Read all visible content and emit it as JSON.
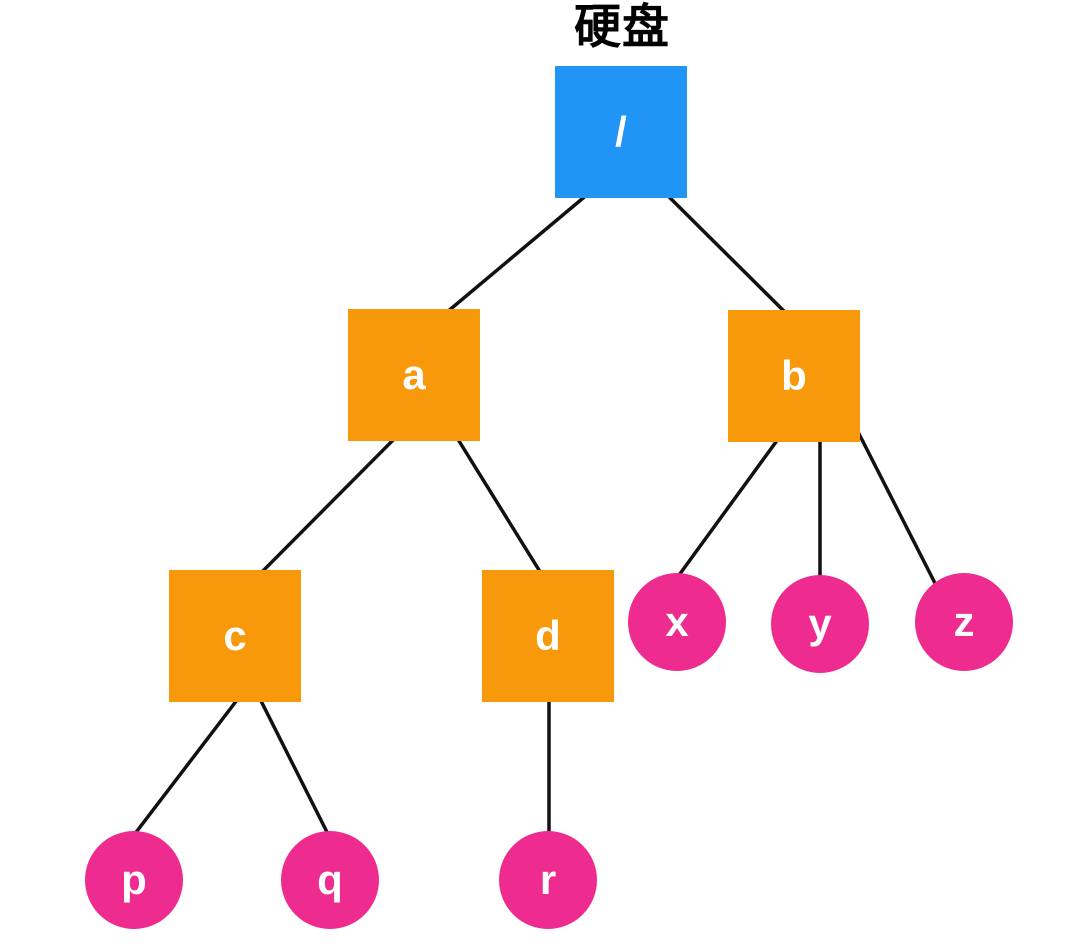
{
  "diagram": {
    "title": "硬盘",
    "colors": {
      "root_node": "#2095f6",
      "directory_node": "#f8980b",
      "file_node": "#ee2b8e",
      "edge_line": "#111111",
      "node_text": "#ffffff",
      "title_text": "#000000",
      "background": "#ffffff"
    },
    "nodes": [
      {
        "id": "root",
        "label": "/",
        "shape": "square",
        "role": "root"
      },
      {
        "id": "a",
        "label": "a",
        "shape": "square",
        "role": "directory"
      },
      {
        "id": "b",
        "label": "b",
        "shape": "square",
        "role": "directory"
      },
      {
        "id": "c",
        "label": "c",
        "shape": "square",
        "role": "directory"
      },
      {
        "id": "d",
        "label": "d",
        "shape": "square",
        "role": "directory"
      },
      {
        "id": "x",
        "label": "x",
        "shape": "circle",
        "role": "file"
      },
      {
        "id": "y",
        "label": "y",
        "shape": "circle",
        "role": "file"
      },
      {
        "id": "z",
        "label": "z",
        "shape": "circle",
        "role": "file"
      },
      {
        "id": "p",
        "label": "p",
        "shape": "circle",
        "role": "file"
      },
      {
        "id": "q",
        "label": "q",
        "shape": "circle",
        "role": "file"
      },
      {
        "id": "r",
        "label": "r",
        "shape": "circle",
        "role": "file"
      }
    ],
    "edges": [
      {
        "from": "/",
        "to": "a"
      },
      {
        "from": "/",
        "to": "b"
      },
      {
        "from": "a",
        "to": "c"
      },
      {
        "from": "a",
        "to": "d"
      },
      {
        "from": "b",
        "to": "x"
      },
      {
        "from": "b",
        "to": "y"
      },
      {
        "from": "b",
        "to": "z"
      },
      {
        "from": "c",
        "to": "p"
      },
      {
        "from": "c",
        "to": "q"
      },
      {
        "from": "d",
        "to": "r"
      }
    ]
  }
}
